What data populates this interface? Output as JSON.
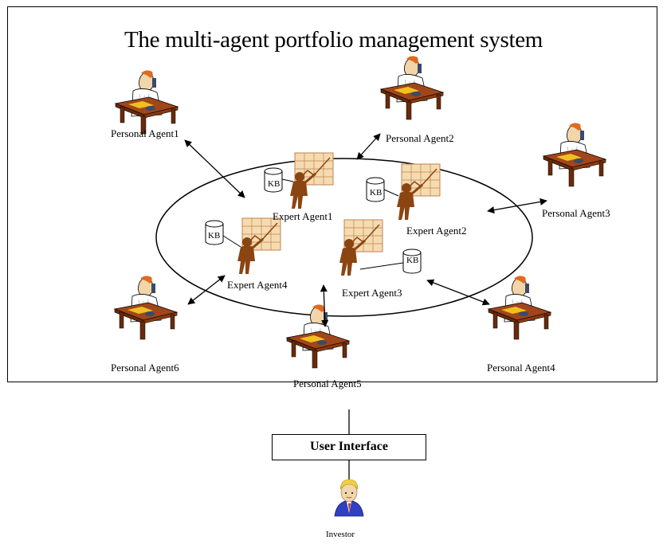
{
  "title": "The multi-agent portfolio management system",
  "personal_agents": [
    {
      "label": "Personal Agent1"
    },
    {
      "label": "Personal Agent2"
    },
    {
      "label": "Personal Agent3"
    },
    {
      "label": "Personal Agent4"
    },
    {
      "label": "Personal Agent5"
    },
    {
      "label": "Personal Agent6"
    }
  ],
  "expert_agents": [
    {
      "label": "Expert Agent1"
    },
    {
      "label": "Expert Agent2"
    },
    {
      "label": "Expert Agent3"
    },
    {
      "label": "Expert Agent4"
    }
  ],
  "kb_label": "KB",
  "user_interface": "User Interface",
  "investor": "Investor",
  "colors": {
    "desk": "#8b3a0f",
    "skin": "#f2d5a8",
    "hair": "#e06a20",
    "expert": "#8b4513",
    "board": "#f5dcb0",
    "investor_suit": "#3040c0",
    "investor_hair": "#f0d040"
  }
}
